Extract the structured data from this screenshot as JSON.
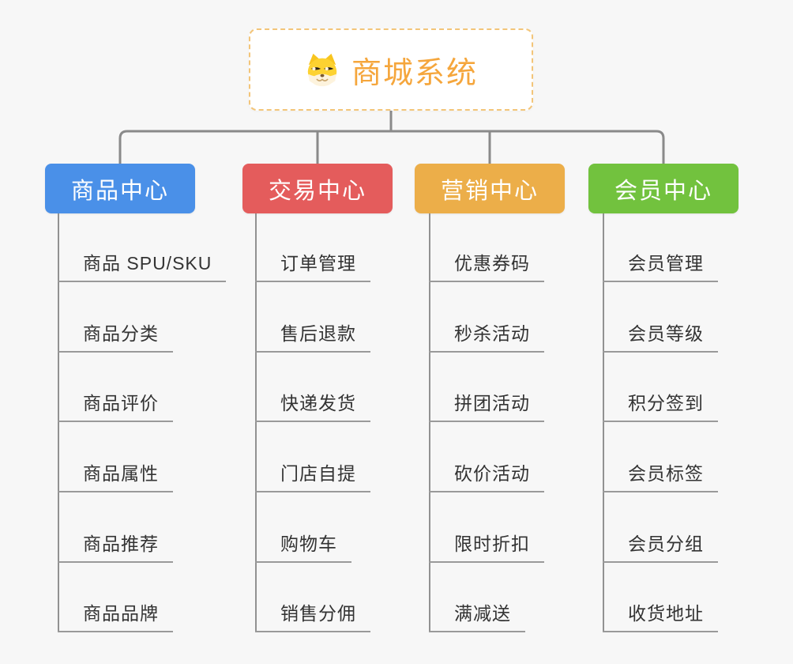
{
  "page": {
    "title": "商城系统",
    "background_color": "#f7f7f7",
    "connector_color": "#8a8a8a"
  },
  "root": {
    "label": "商城系统",
    "icon": "dog-face-icon",
    "text_color": "#f5a63c",
    "border_color": "#f3c579"
  },
  "branches": [
    {
      "label": "商品中心",
      "color": "#4a90e8",
      "items": [
        "商品 SPU/SKU",
        "商品分类",
        "商品评价",
        "商品属性",
        "商品推荐",
        "商品品牌"
      ]
    },
    {
      "label": "交易中心",
      "color": "#e45c5c",
      "items": [
        "订单管理",
        "售后退款",
        "快递发货",
        "门店自提",
        "购物车",
        "销售分佣"
      ]
    },
    {
      "label": "营销中心",
      "color": "#ecae49",
      "items": [
        "优惠券码",
        "秒杀活动",
        "拼团活动",
        "砍价活动",
        "限时折扣",
        "满减送"
      ]
    },
    {
      "label": "会员中心",
      "color": "#72c23e",
      "items": [
        "会员管理",
        "会员等级",
        "积分签到",
        "会员标签",
        "会员分组",
        "收货地址"
      ]
    }
  ]
}
